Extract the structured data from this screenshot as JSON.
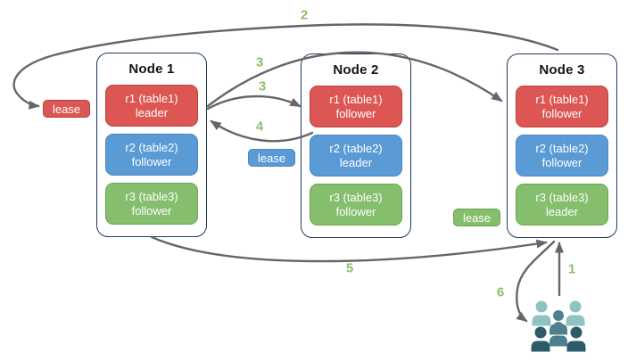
{
  "colors": {
    "range_red": "#dc5653",
    "range_blue": "#5b9bd5",
    "range_green": "#85be6c",
    "node_border_navy": "#1f3a60",
    "arrow_gray": "#666666",
    "step_label_green": "#8cc06a",
    "crowd_teal_light": "#8fc3c3",
    "crowd_teal_medium": "#4d808d",
    "crowd_teal_dark": "#2d5a68"
  },
  "nodes": [
    {
      "title": "Node 1",
      "ranges": [
        {
          "name": "r1 (table1)",
          "role": "leader",
          "color": "red"
        },
        {
          "name": "r2 (table2)",
          "role": "follower",
          "color": "blue"
        },
        {
          "name": "r3 (table3)",
          "role": "follower",
          "color": "green"
        }
      ]
    },
    {
      "title": "Node 2",
      "ranges": [
        {
          "name": "r1 (table1)",
          "role": "follower",
          "color": "red"
        },
        {
          "name": "r2 (table2)",
          "role": "leader",
          "color": "blue"
        },
        {
          "name": "r3 (table3)",
          "role": "follower",
          "color": "green"
        }
      ]
    },
    {
      "title": "Node 3",
      "ranges": [
        {
          "name": "r1 (table1)",
          "role": "follower",
          "color": "red"
        },
        {
          "name": "r2 (table2)",
          "role": "follower",
          "color": "blue"
        },
        {
          "name": "r3 (table3)",
          "role": "leader",
          "color": "green"
        }
      ]
    }
  ],
  "leases": [
    {
      "label": "lease",
      "color": "red"
    },
    {
      "label": "lease",
      "color": "blue"
    },
    {
      "label": "lease",
      "color": "green"
    }
  ],
  "steps": [
    {
      "label": "1"
    },
    {
      "label": "2"
    },
    {
      "label": "3"
    },
    {
      "label": "3"
    },
    {
      "label": "4"
    },
    {
      "label": "5"
    },
    {
      "label": "6"
    }
  ],
  "icons": {
    "crowd": "users-group-icon"
  }
}
